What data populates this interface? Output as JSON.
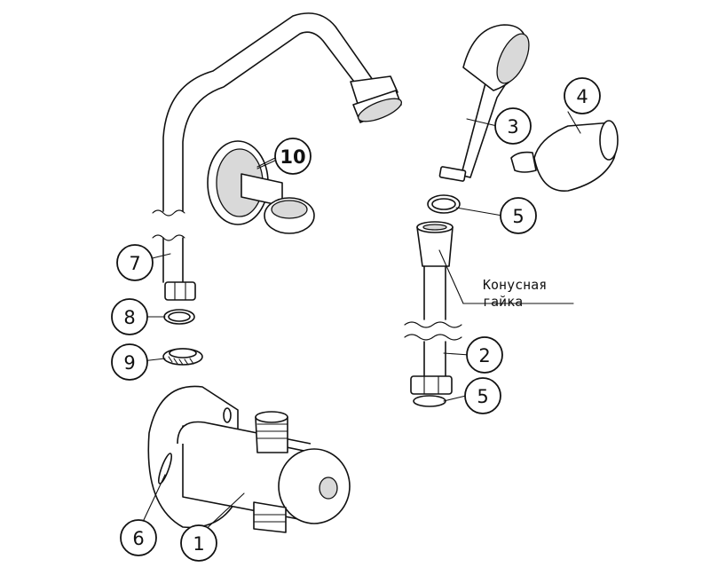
{
  "callouts": {
    "c1": "1",
    "c2": "2",
    "c3": "3",
    "c4": "4",
    "c5a": "5",
    "c5b": "5",
    "c6": "6",
    "c7": "7",
    "c8": "8",
    "c9": "9",
    "c10": "10"
  },
  "annotation": {
    "line1": "Конусная",
    "line2": "гайка"
  }
}
